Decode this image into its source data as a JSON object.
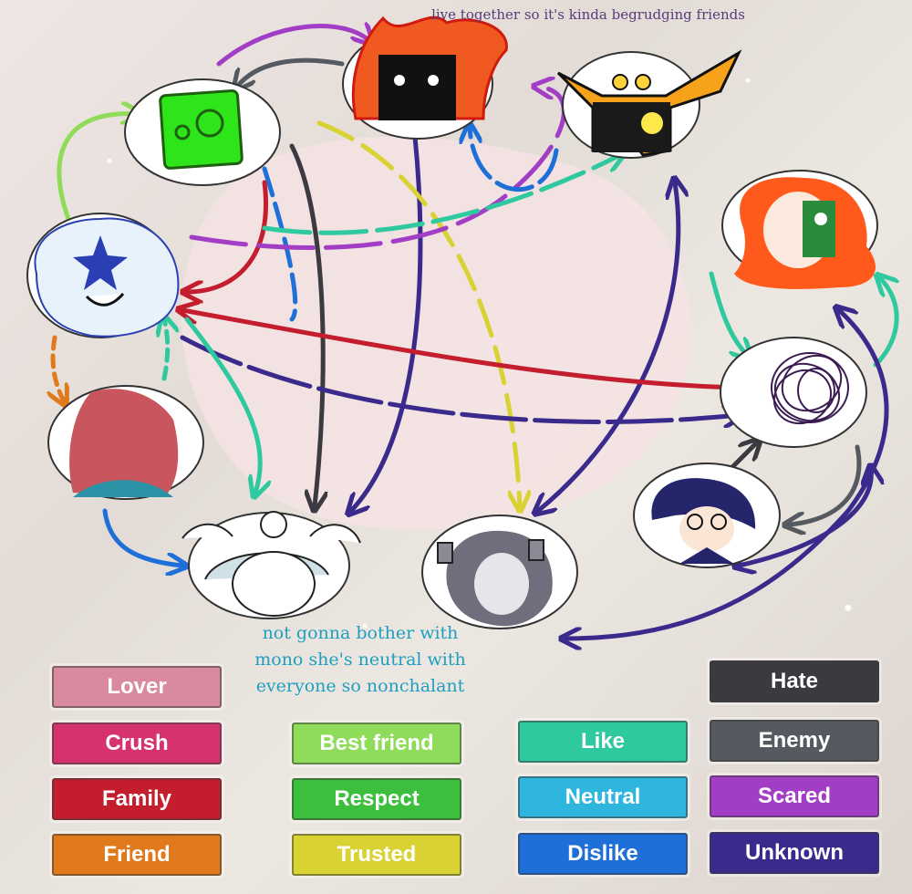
{
  "notes": {
    "top": "live together so it's kinda begrudging friends",
    "mono": "not gonna bother with mono she's neutral with everyone so nonchalant"
  },
  "legend": [
    {
      "label": "Lover",
      "color": "#d98a9e"
    },
    {
      "label": "Crush",
      "color": "#d6336e"
    },
    {
      "label": "Family",
      "color": "#c41e2e"
    },
    {
      "label": "Friend",
      "color": "#e07a1c"
    },
    {
      "label": "Best friend",
      "color": "#8fdc5a"
    },
    {
      "label": "Respect",
      "color": "#3cbf3c"
    },
    {
      "label": "Trusted",
      "color": "#d8d232"
    },
    {
      "label": "Like",
      "color": "#2fc9a0"
    },
    {
      "label": "Neutral",
      "color": "#2fb6de"
    },
    {
      "label": "Dislike",
      "color": "#1f6fd8"
    },
    {
      "label": "Hate",
      "color": "#3a3a40"
    },
    {
      "label": "Enemy",
      "color": "#545a60"
    },
    {
      "label": "Scared",
      "color": "#a23dc6"
    },
    {
      "label": "Unknown",
      "color": "#3a2a8c"
    }
  ],
  "characters": [
    {
      "id": "green",
      "icon": "green-cube-icon"
    },
    {
      "id": "fire",
      "icon": "fire-box-icon"
    },
    {
      "id": "horns",
      "icon": "horned-mask-icon"
    },
    {
      "id": "star",
      "icon": "star-face-icon"
    },
    {
      "id": "redhead",
      "icon": "red-hair-icon"
    },
    {
      "id": "pink",
      "icon": "pink-sketch-icon"
    },
    {
      "id": "scribble",
      "icon": "scribble-ball-icon"
    },
    {
      "id": "glasses",
      "icon": "glasses-kid-icon"
    },
    {
      "id": "winged",
      "icon": "winged-face-icon"
    },
    {
      "id": "grey",
      "icon": "grey-robot-icon"
    }
  ]
}
